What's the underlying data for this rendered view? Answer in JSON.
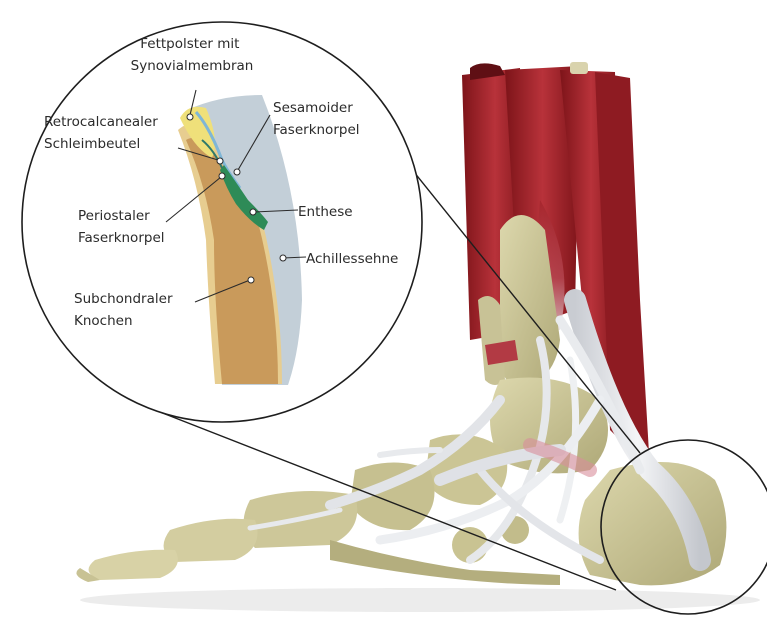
{
  "labels": {
    "fettpolster": [
      "Fettpolster mit",
      "Synovialmembran"
    ],
    "retrocalcanealer": [
      "Retrocalcanealer",
      "Schleimbeutel"
    ],
    "sesamoider": [
      "Sesamoider",
      "Faserknorpel"
    ],
    "enthese": [
      "Enthese"
    ],
    "periostaler": [
      "Periostaler",
      "Faserknorpel"
    ],
    "achillessehne": [
      "Achillessehne"
    ],
    "subchondraler": [
      "Subchondraler",
      "Knochen"
    ]
  },
  "colors": {
    "bone": "#cfc99a",
    "bone_shadow": "#a9a373",
    "muscle": "#a3242b",
    "tendon": "#e4e6ea",
    "inset_bone": "#c99a5b",
    "inset_tendon": "#b9c8d2",
    "inset_fat": "#efe07a",
    "inset_enthesis": "#2e8b57",
    "inset_bursa": "#7fb6d6"
  }
}
